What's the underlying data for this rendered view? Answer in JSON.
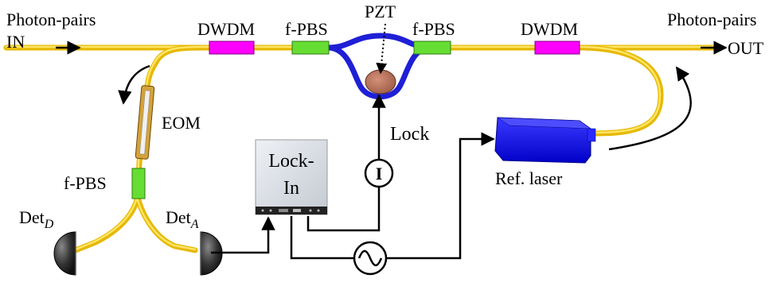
{
  "labels": {
    "photon_pairs_in": "Photon-pairs",
    "in": "IN",
    "photon_pairs_out": "Photon-pairs",
    "out": "OUT",
    "dwdm_left": "DWDM",
    "dwdm_right": "DWDM",
    "fpbs_left": "f-PBS",
    "fpbs_right": "f-PBS",
    "fpbs_bottom": "f-PBS",
    "pzt": "PZT",
    "eom": "EOM",
    "lock": "Lock",
    "current_symbol": "I",
    "lockin_line1": "Lock-",
    "lockin_line2": "In",
    "ref_laser": "Ref. laser",
    "det_d": "Det",
    "det_d_sub": "D",
    "det_a": "Det",
    "det_a_sub": "A"
  },
  "colors": {
    "fiber": "#e6b800",
    "dwdm": "#ff00ff",
    "fpbs": "#66dd33",
    "interferometer": "#1f1fd6",
    "pzt": "#b5705a",
    "laser": "#1a1aff",
    "detector": "#333333",
    "lockin": "#d8dde3"
  }
}
